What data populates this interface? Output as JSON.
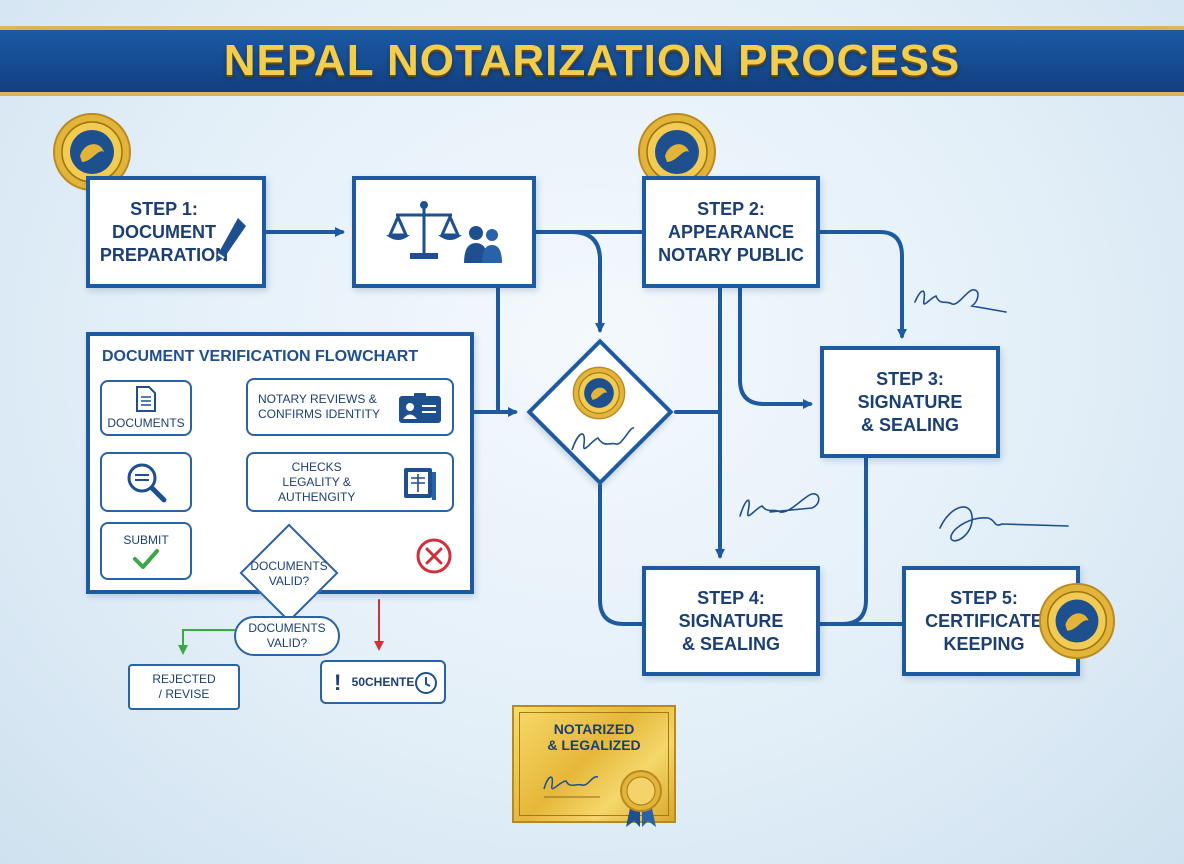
{
  "header": {
    "title": "NEPAL NOTARIZATION PROCESS"
  },
  "steps": {
    "step1": "STEP 1:\nDOCUMENT\nPREPARATION",
    "step2": "STEP 2:\nAPPEARANCE\nNOTARY PUBLIC",
    "step3": "STEP 3:\nSIGNATURE\n& SEALING",
    "step4": "STEP 4:\nSIGNATURE\n& SEALING",
    "step5": "STEP 5:\nCERTIFICATE\nKEEPING"
  },
  "verification": {
    "title": "DOCUMENT VERIFICATION FLOWCHART",
    "documents": "DOCUMENTS",
    "notary_reviews": "NOTARY REVIEWS &\nCONFIRMS IDENTITY",
    "checks": "CHECKS\nLEGALITY &\nAUTHENGITY",
    "submit": "SUBMIT",
    "decision": "DOCUMENTS\nVALID?",
    "decision2": "DOCUMENTS\nVALID?",
    "rejected": "REJECTED\n/ REVISE",
    "status": "50CHENTE"
  },
  "certificate": {
    "title": "NOTARIZED\n& LEGALIZED"
  },
  "colors": {
    "primary_blue": "#1e5aa0",
    "banner_gold": "#f3cd4e",
    "seal_gold": "#e2b43a",
    "check_green": "#3aa845",
    "reject_red": "#d0303a"
  },
  "icons": [
    "pen-icon",
    "scales-of-justice-icon",
    "people-icon",
    "document-icon",
    "id-card-icon",
    "magnifier-icon",
    "book-icon",
    "checkmark-icon",
    "reject-x-icon",
    "exclamation-icon",
    "clock-icon",
    "gold-seal-icon",
    "signature-icon",
    "ribbon-medal-icon"
  ]
}
